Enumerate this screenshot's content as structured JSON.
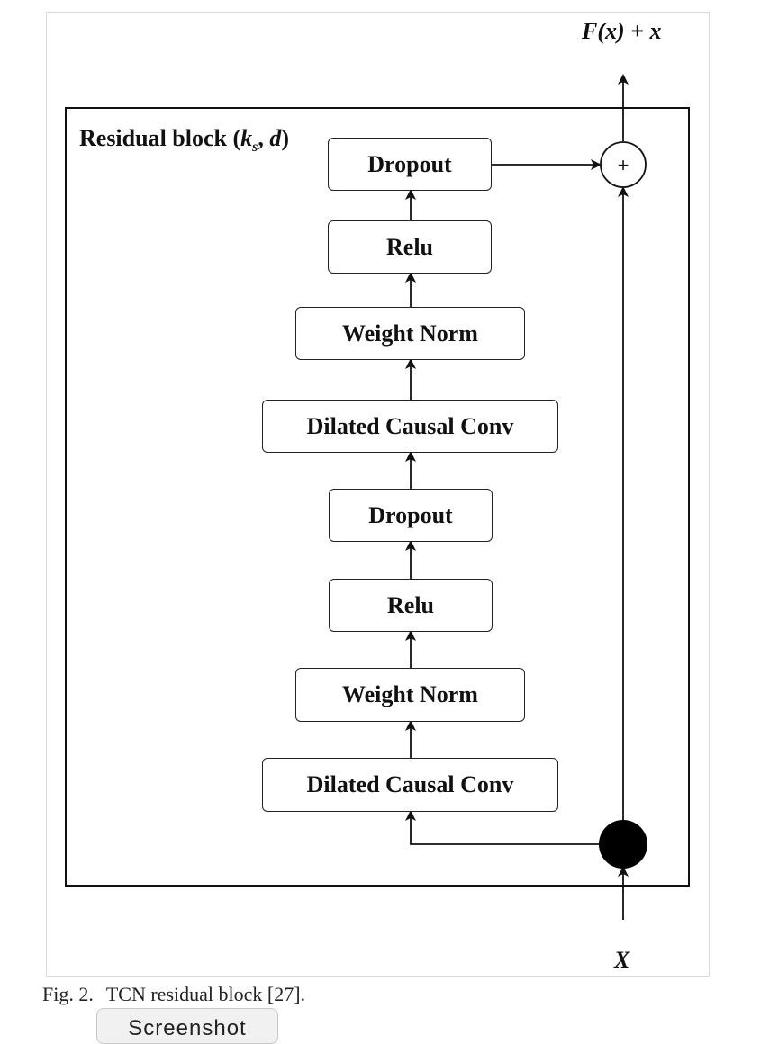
{
  "diagram": {
    "block_label": {
      "text": "Residual block (",
      "k": "k",
      "sub": "s",
      "rest": ", ",
      "d": "d",
      "close": ")"
    },
    "boxes": {
      "dropout_top": "Dropout",
      "relu_top": "Relu",
      "weight_norm_top": "Weight Norm",
      "dilated_conv_top": "Dilated Causal Conv",
      "dropout_bottom": "Dropout",
      "relu_bottom": "Relu",
      "weight_norm_bottom": "Weight Norm",
      "dilated_conv_bottom": "Dilated Causal Conv"
    },
    "sum_symbol": "+",
    "output_label": "F(x) + x",
    "input_label": "X"
  },
  "caption": {
    "fig_num": "Fig. 2.",
    "text": "TCN residual block [27]."
  },
  "screenshot_button": "Screenshot"
}
